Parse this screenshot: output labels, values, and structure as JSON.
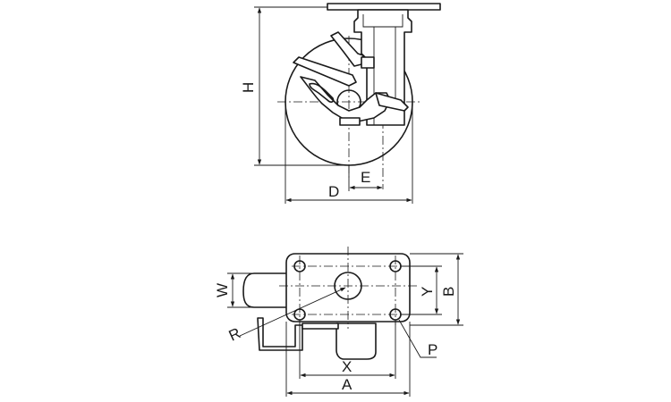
{
  "side_view": {
    "labels": {
      "height": "H",
      "offset": "E",
      "diameter": "D"
    }
  },
  "bottom_view": {
    "labels": {
      "wheel_width": "W",
      "hole_spacing_y": "Y",
      "plate_width": "B",
      "radius": "R",
      "hole_diameter": "P",
      "hole_spacing_x": "X",
      "plate_length": "A"
    }
  }
}
